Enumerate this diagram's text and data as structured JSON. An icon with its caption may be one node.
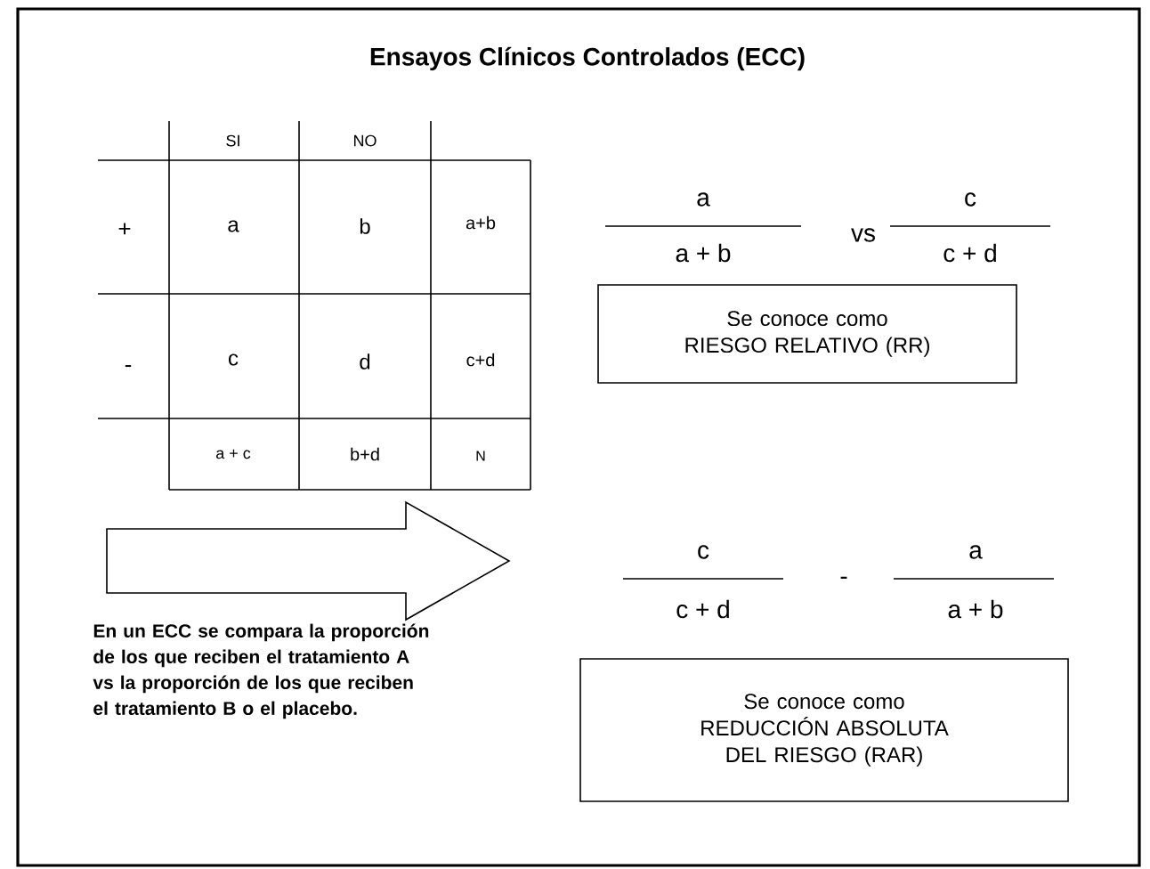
{
  "diagram": {
    "title": "Ensayos Clínicos Controlados (ECC)",
    "nodes": [
      {
        "text": [
          "Se conoce como",
          "RIESGO RELATIVO (RR)"
        ]
      },
      {
        "text": [
          "Se conoce como",
          "REDUCCIÓN ABSOLUTA DEL RIESGO (RAR)"
        ]
      }
    ],
    "edges": [],
    "labels": [
      "SI",
      "NO",
      "+",
      "a",
      "b",
      "a+b",
      "-",
      "c",
      "d",
      "c+d",
      "a + c",
      "b+d",
      "N",
      "a",
      "a + b",
      "vs",
      "c",
      "c + d",
      "c",
      "c + d",
      "-",
      "a",
      "a + b",
      "En un ECC se compara la proporción de los que reciben el tratamiento A vs la proporción de los que reciben el tratamiento B o el placebo."
    ]
  }
}
